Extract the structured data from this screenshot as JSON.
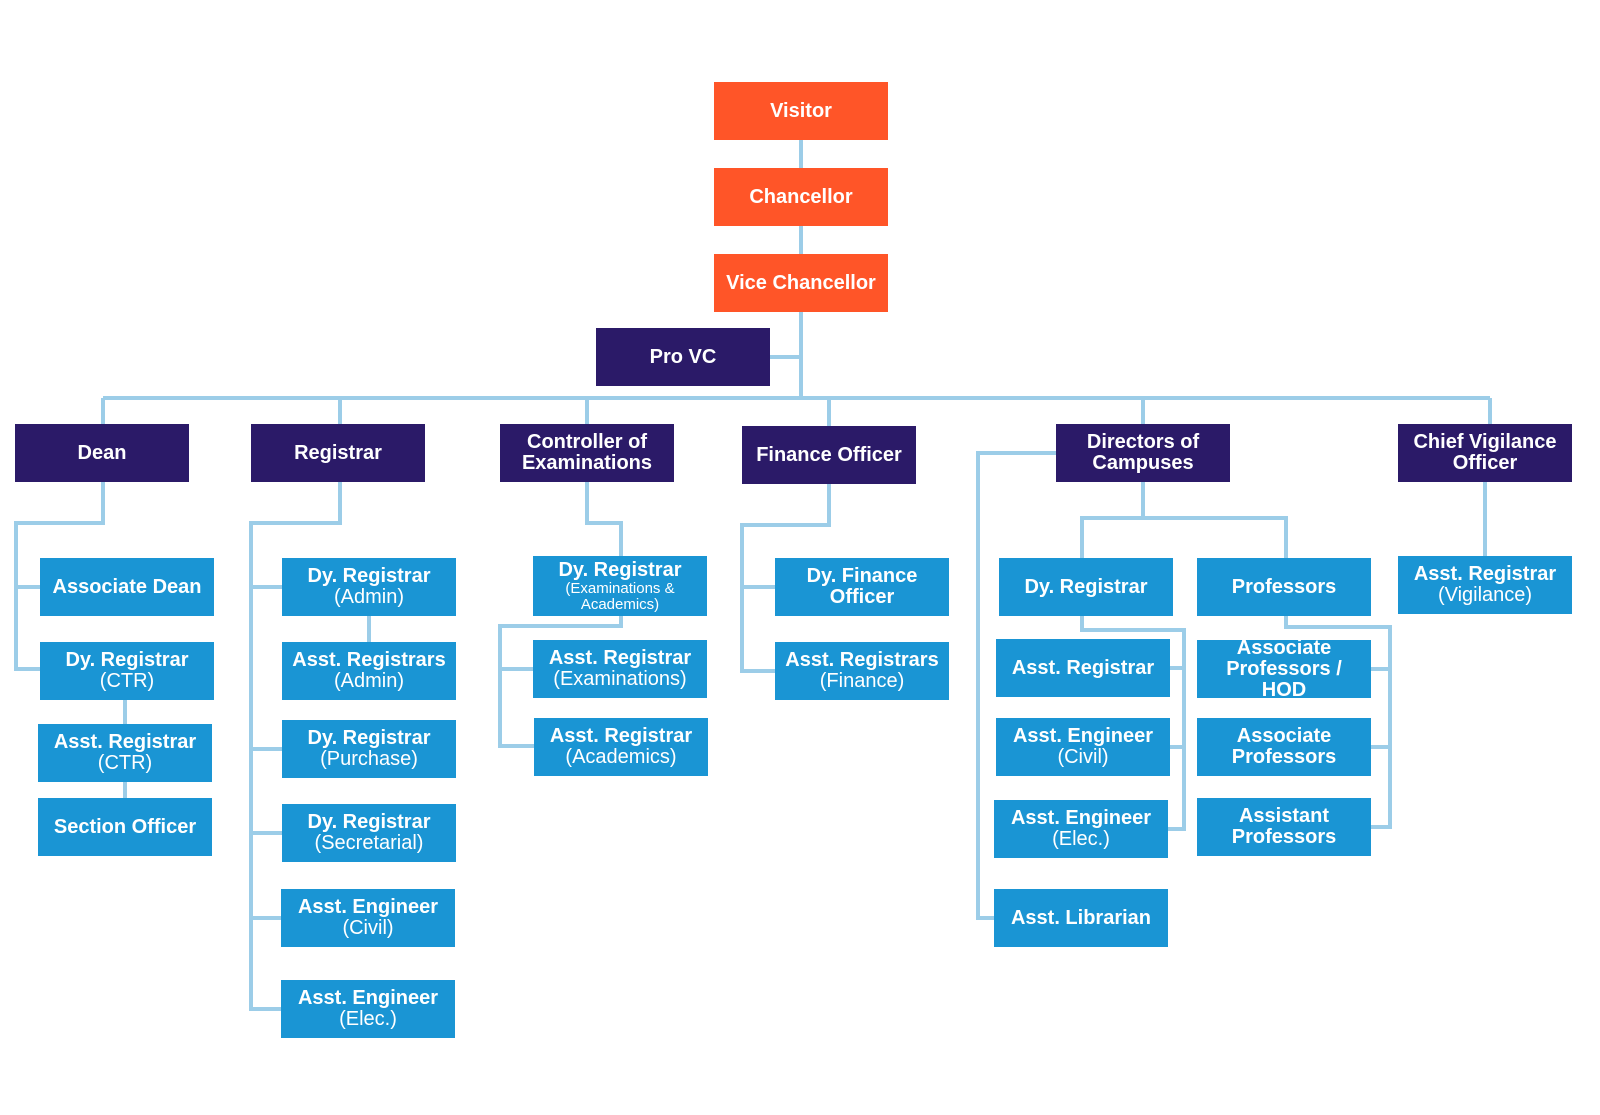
{
  "colors": {
    "top_level": "#FF5528",
    "heads": "#2B1A68",
    "subordinates": "#1A95D4",
    "connector": "#9CCDE8"
  },
  "nodes": {
    "visitor": {
      "l1": "Visitor",
      "l2": ""
    },
    "chancellor": {
      "l1": "Chancellor",
      "l2": ""
    },
    "vice_chancellor": {
      "l1": "Vice Chancellor",
      "l2": ""
    },
    "pro_vc": {
      "l1": "Pro VC",
      "l2": ""
    },
    "dean": {
      "l1": "Dean",
      "l2": ""
    },
    "registrar": {
      "l1": "Registrar",
      "l2": ""
    },
    "controller": {
      "l1": "Controller of",
      "l2": "Examinations"
    },
    "finance_officer": {
      "l1": "Finance Officer",
      "l2": ""
    },
    "directors": {
      "l1": "Directors of",
      "l2": "Campuses"
    },
    "cvo": {
      "l1": "Chief Vigilance",
      "l2": "Officer"
    },
    "associate_dean": {
      "l1": "Associate Dean",
      "l2": ""
    },
    "dean_dy_registrar": {
      "l1": "Dy. Registrar",
      "l2": "(CTR)"
    },
    "dean_asst_registrar": {
      "l1": "Asst. Registrar",
      "l2": "(CTR)"
    },
    "section_officer": {
      "l1": "Section Officer",
      "l2": ""
    },
    "reg_dy_admin": {
      "l1": "Dy. Registrar",
      "l2": "(Admin)"
    },
    "reg_asst_admin": {
      "l1": "Asst. Registrars",
      "l2": "(Admin)"
    },
    "reg_dy_purchase": {
      "l1": "Dy. Registrar",
      "l2": "(Purchase)"
    },
    "reg_dy_secretarial": {
      "l1": "Dy. Registrar",
      "l2": "(Secretarial)"
    },
    "reg_eng_civil": {
      "l1": "Asst. Engineer",
      "l2": "(Civil)"
    },
    "reg_eng_elec": {
      "l1": "Asst. Engineer",
      "l2": "(Elec.)"
    },
    "coe_dy": {
      "l1": "Dy. Registrar",
      "l2": "(Examinations & Academics)"
    },
    "coe_asst_exam": {
      "l1": "Asst. Registrar",
      "l2": "(Examinations)"
    },
    "coe_asst_acad": {
      "l1": "Asst. Registrar",
      "l2": "(Academics)"
    },
    "fin_dy": {
      "l1": "Dy. Finance",
      "l2": "Officer"
    },
    "fin_asst": {
      "l1": "Asst. Registrars",
      "l2": "(Finance)"
    },
    "dir_dy_registrar": {
      "l1": "Dy. Registrar",
      "l2": ""
    },
    "dir_professors": {
      "l1": "Professors",
      "l2": ""
    },
    "dir_asst_registrar": {
      "l1": "Asst. Registrar",
      "l2": ""
    },
    "dir_eng_civil": {
      "l1": "Asst. Engineer",
      "l2": "(Civil)"
    },
    "dir_eng_elec": {
      "l1": "Asst. Engineer",
      "l2": "(Elec.)"
    },
    "dir_librarian": {
      "l1": "Asst. Librarian",
      "l2": ""
    },
    "assoc_prof_hod": {
      "l1": "Associate",
      "l2": "Professors / HOD"
    },
    "assoc_prof": {
      "l1": "Associate",
      "l2": "Professors"
    },
    "asst_prof": {
      "l1": "Assistant",
      "l2": "Professors"
    },
    "cvo_asst": {
      "l1": "Asst. Registrar",
      "l2": "(Vigilance)"
    }
  }
}
